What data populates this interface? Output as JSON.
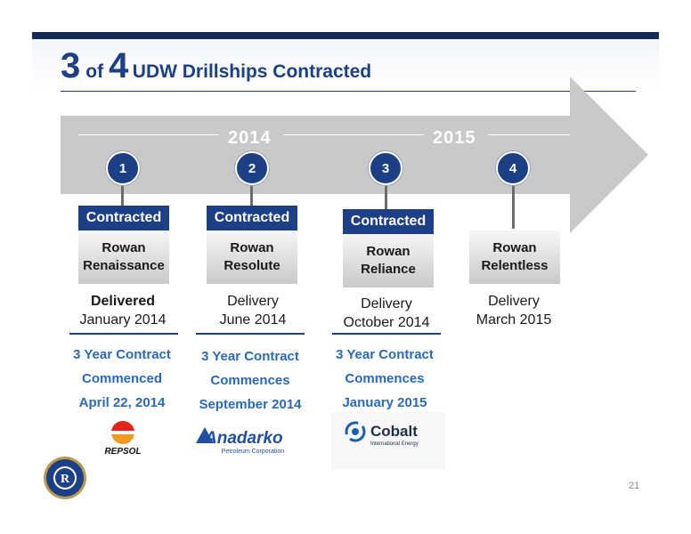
{
  "title": {
    "num_contracted": "3",
    "of_word": "of",
    "num_total": "4",
    "text": "UDW Drillships Contracted"
  },
  "timeline": {
    "year_1": "2014",
    "year_2": "2015"
  },
  "ships": [
    {
      "step": "1",
      "status": "Contracted",
      "name_line1": "Rowan",
      "name_line2": "Renaissance",
      "delivery_label": "Delivered",
      "delivery_date": "January 2014",
      "contract_line1": "3 Year Contract",
      "contract_line2": "Commenced",
      "contract_line3": "April 22, 2014",
      "logo_text": "REPSOL"
    },
    {
      "step": "2",
      "status": "Contracted",
      "name_line1": "Rowan",
      "name_line2": "Resolute",
      "delivery_label": "Delivery",
      "delivery_date": "June 2014",
      "contract_line1": "3 Year Contract",
      "contract_line2": "Commences",
      "contract_line3": "September 2014",
      "logo_text": "Anadarko",
      "logo_subtext": "Petroleum Corporation"
    },
    {
      "step": "3",
      "status": "Contracted",
      "name_line1": "Rowan",
      "name_line2": "Reliance",
      "delivery_label": "Delivery",
      "delivery_date": "October 2014",
      "contract_line1": "3 Year Contract",
      "contract_line2": "Commences",
      "contract_line3": "January 2015",
      "logo_text": "Cobalt",
      "logo_subtext": "International Energy"
    },
    {
      "step": "4",
      "name_line1": "Rowan",
      "name_line2": "Relentless",
      "delivery_label": "Delivery",
      "delivery_date": "March 2015"
    }
  ],
  "footer": {
    "page_number": "21",
    "seal_letter": "R"
  },
  "colors": {
    "brand_blue": "#1c3f86",
    "contract_text": "#2a6ab5",
    "arrow_gray": "#c9c9c9"
  }
}
